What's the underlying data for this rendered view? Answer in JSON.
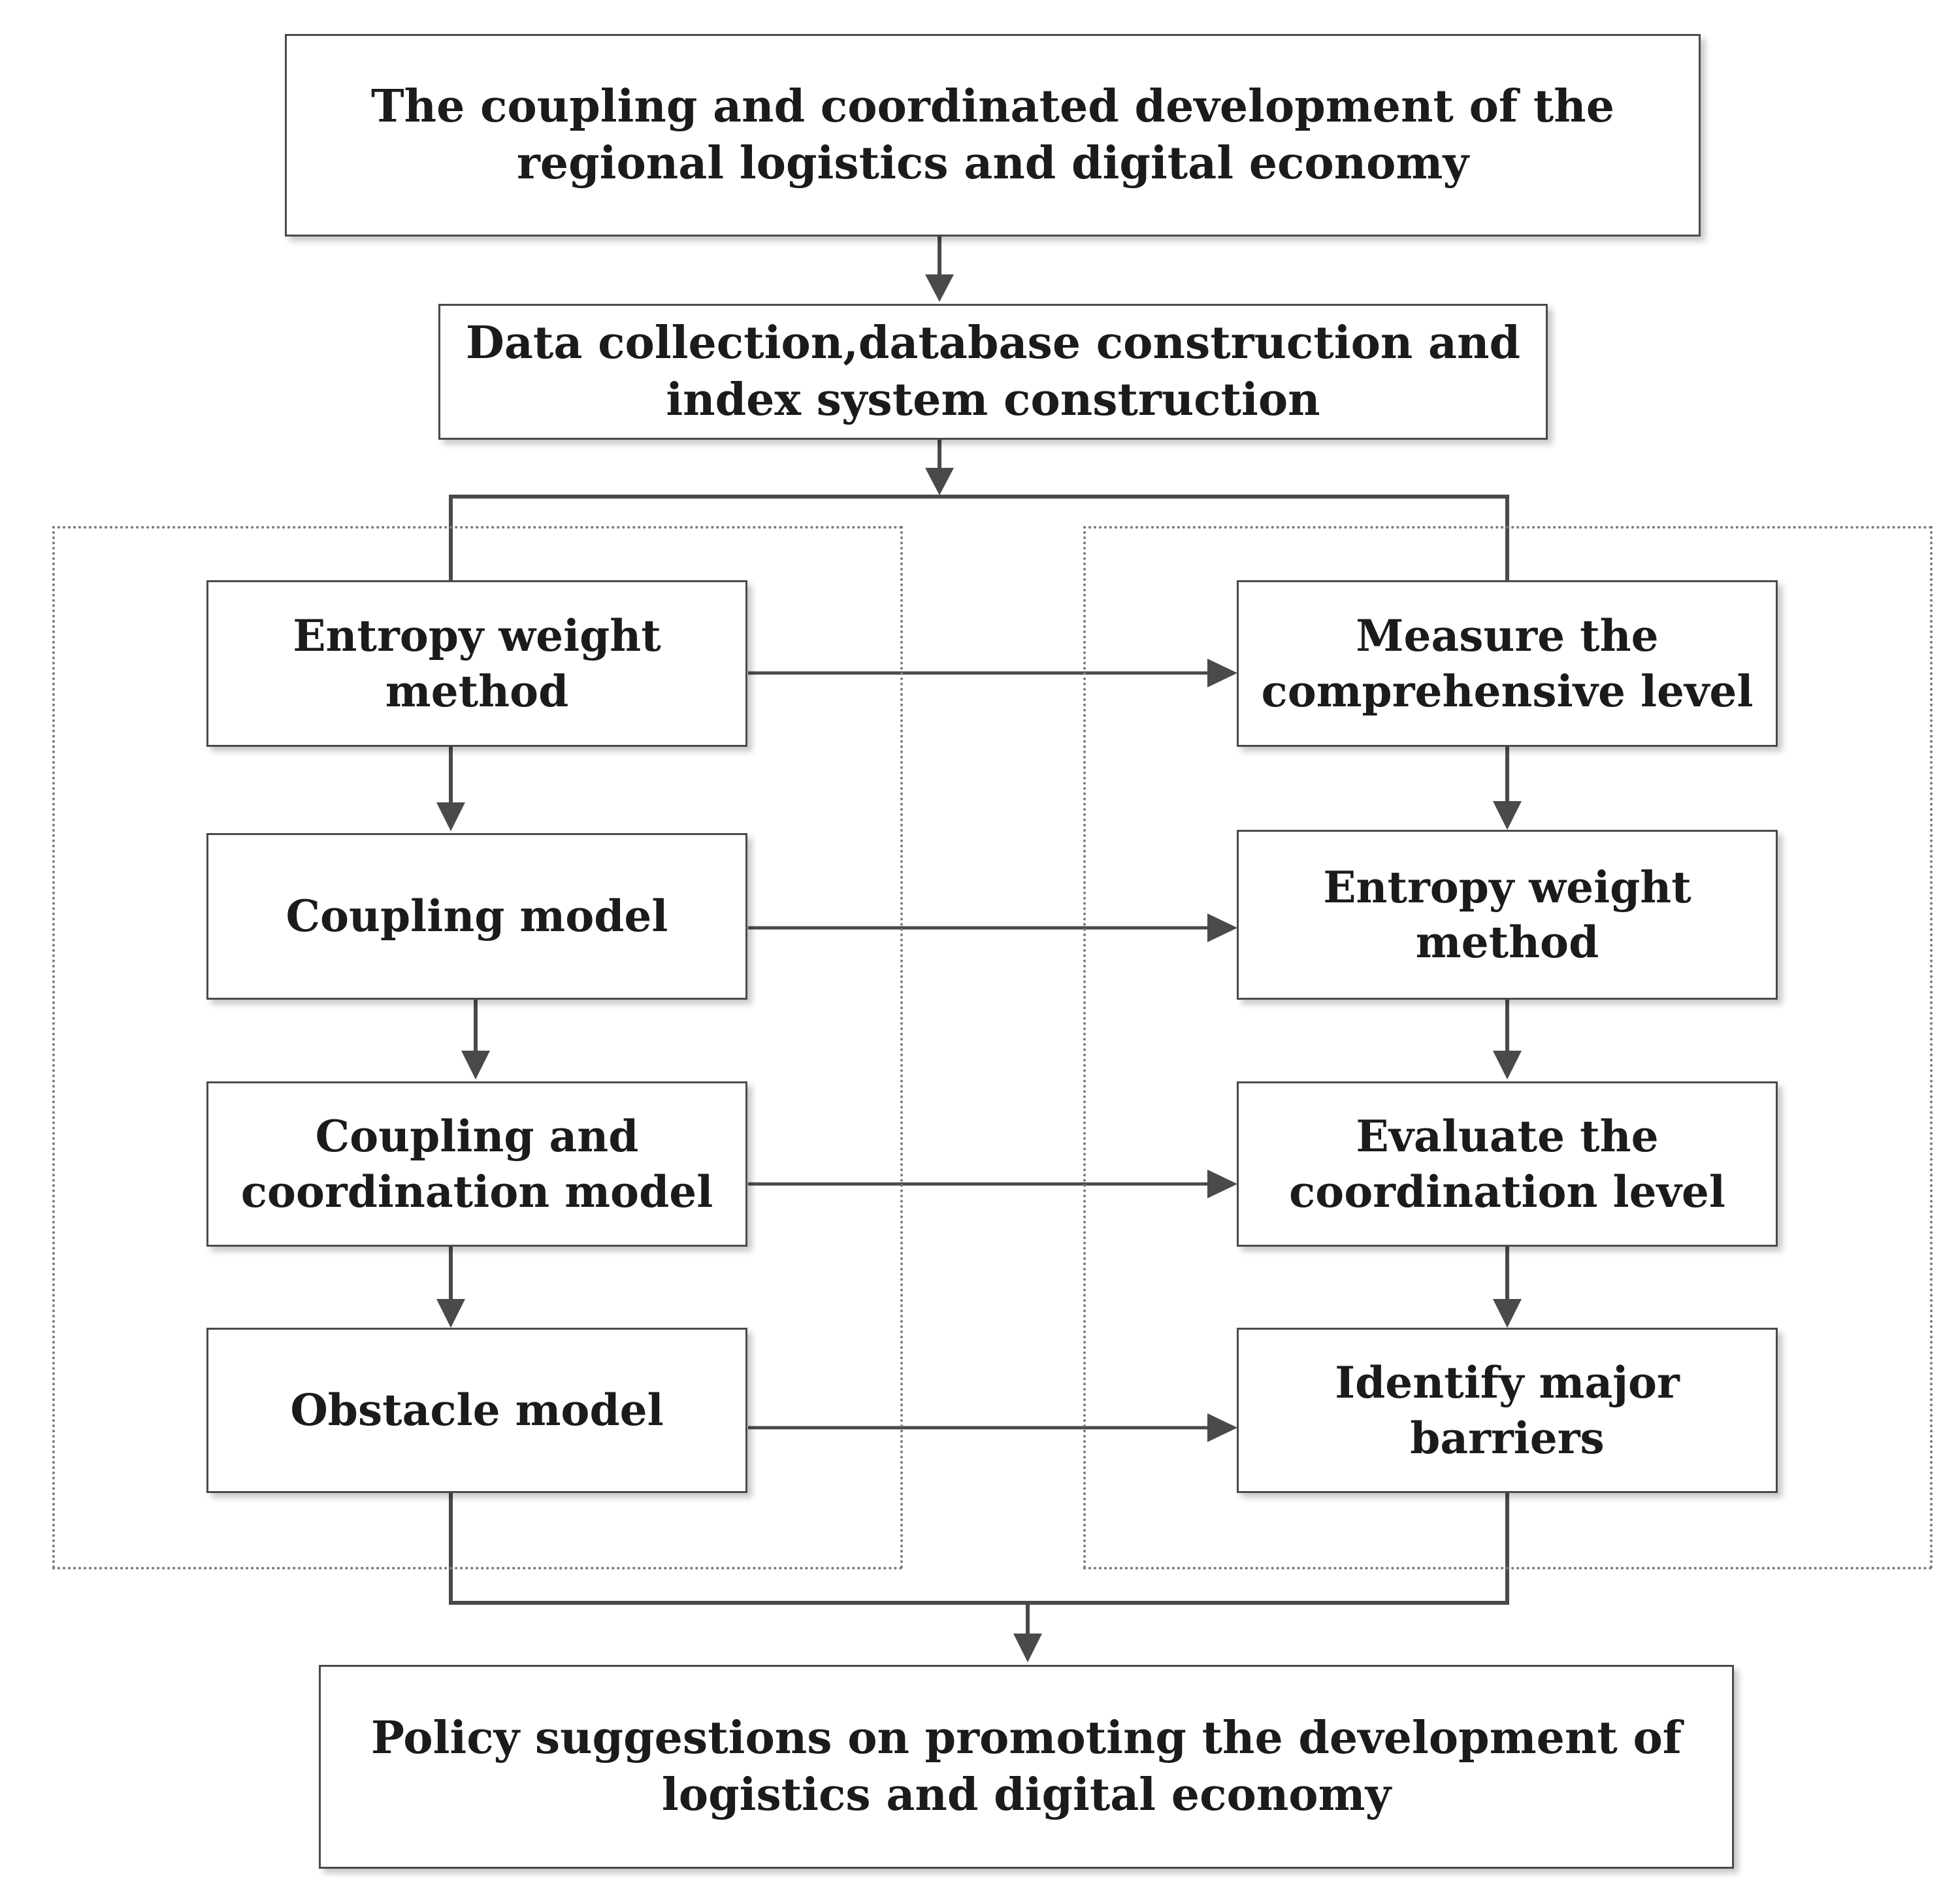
{
  "title_box": "The coupling and coordinated development of the\nregional logistics and digital economy",
  "data_box": "Data collection,database construction and\nindex system construction",
  "left_column": [
    "Entropy weight\nmethod",
    "Coupling model",
    "Coupling and\ncoordination model",
    "Obstacle model"
  ],
  "right_column": [
    "Measure the\ncomprehensive level",
    "Entropy weight\nmethod",
    "Evaluate the\ncoordination level",
    "Identify major\nbarriers"
  ],
  "policy_box": "Policy suggestions on promoting the development of\nlogistics and digital economy",
  "colors": {
    "line": "#4a4a4a",
    "dotted_border": "#7a7a7a",
    "text": "#1b1b1b"
  }
}
